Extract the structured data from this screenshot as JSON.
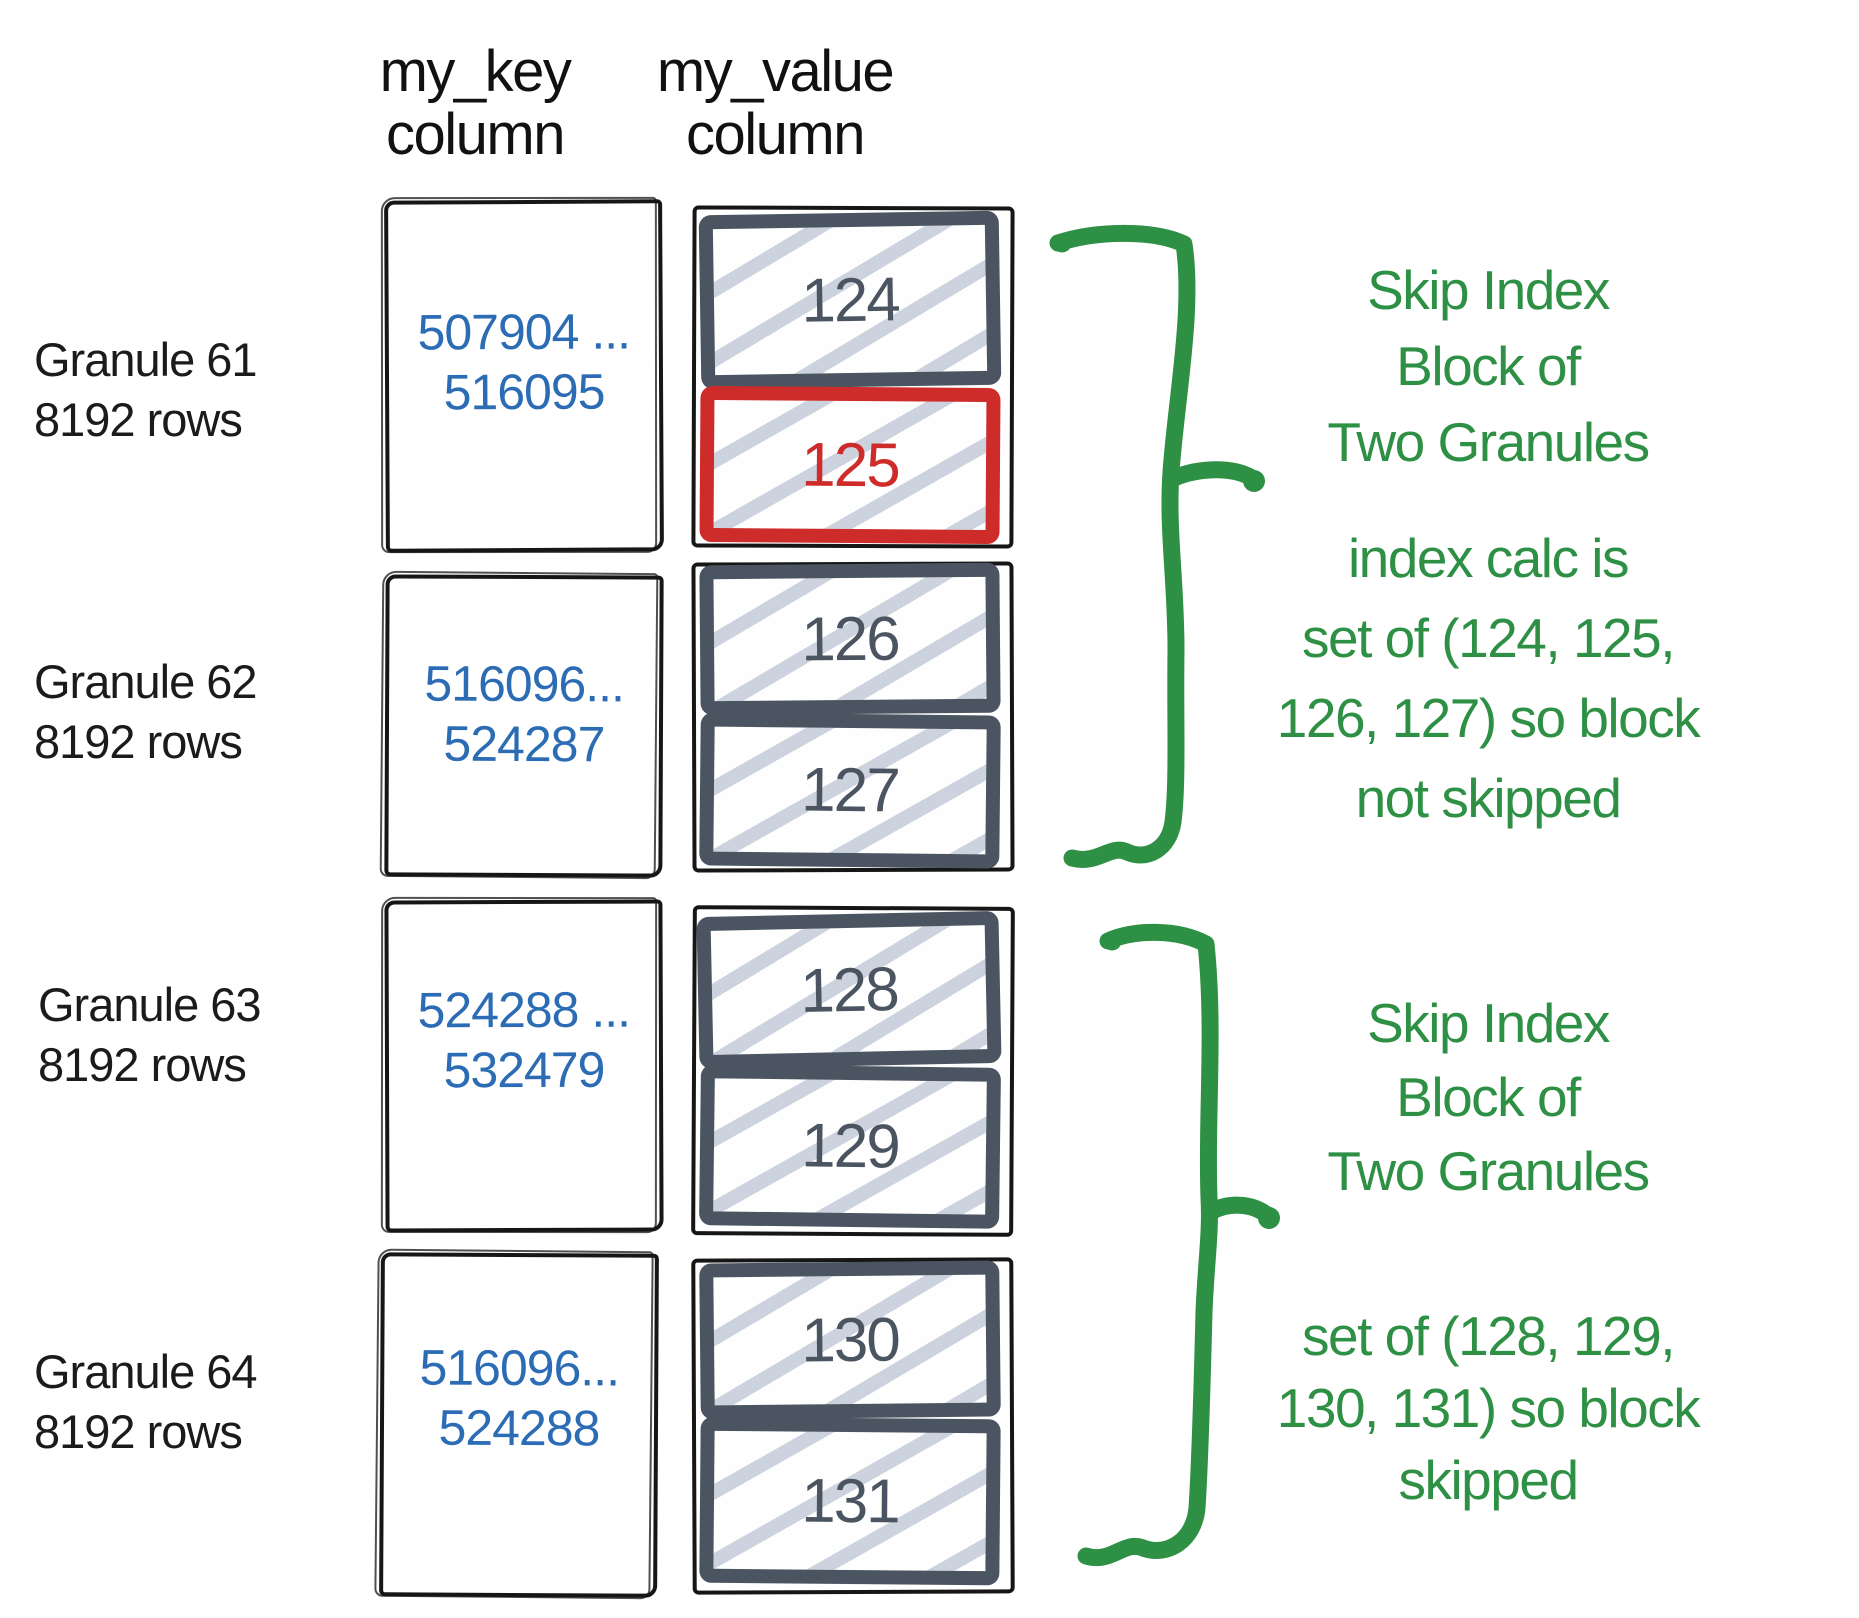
{
  "headers": {
    "key_line1": "my_key",
    "key_line2": "column",
    "value_line1": "my_value",
    "value_line2": "column"
  },
  "granules": [
    {
      "name": "Granule 61",
      "rows": "8192 rows",
      "key_line1": "507904 ...",
      "key_line2": "516095",
      "blocks": [
        {
          "label": "124",
          "highlight": false
        },
        {
          "label": "125",
          "highlight": true
        }
      ]
    },
    {
      "name": "Granule 62",
      "rows": "8192 rows",
      "key_line1": "516096...",
      "key_line2": "524287",
      "blocks": [
        {
          "label": "126",
          "highlight": false
        },
        {
          "label": "127",
          "highlight": false
        }
      ]
    },
    {
      "name": "Granule 63",
      "rows": "8192 rows",
      "key_line1": "524288 ...",
      "key_line2": "532479",
      "blocks": [
        {
          "label": "128",
          "highlight": false
        },
        {
          "label": "129",
          "highlight": false
        }
      ]
    },
    {
      "name": "Granule 64",
      "rows": "8192 rows",
      "key_line1": "516096...",
      "key_line2": "524288",
      "blocks": [
        {
          "label": "130",
          "highlight": false
        },
        {
          "label": "131",
          "highlight": false
        }
      ]
    }
  ],
  "annotations": [
    {
      "lines": [
        "Skip Index",
        "Block of",
        "Two Granules"
      ]
    },
    {
      "lines": [
        "index calc is",
        "set of (124, 125,",
        "126, 127) so block",
        "not skipped"
      ]
    },
    {
      "lines": [
        "Skip Index",
        "Block of",
        "Two Granules"
      ]
    },
    {
      "lines": [
        "set of (128, 129,",
        "130, 131) so block",
        "skipped"
      ]
    }
  ],
  "colors": {
    "annotation_green": "#2e9044",
    "key_blue": "#2b6cb4",
    "highlight_red": "#ce2b2b",
    "block_slate": "#4a5561",
    "hatch_gray": "#ccd3de",
    "sketch_black": "#161616"
  }
}
